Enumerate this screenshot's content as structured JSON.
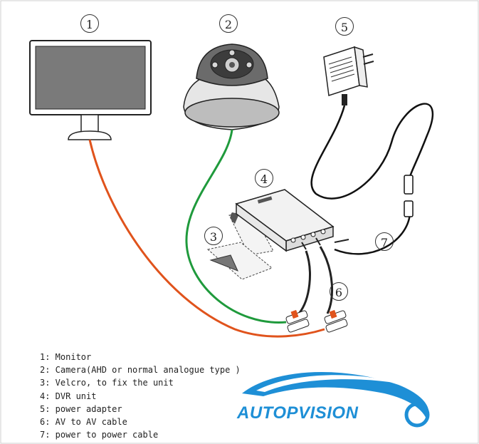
{
  "callouts": [
    "1",
    "2",
    "3",
    "4",
    "5",
    "6",
    "7"
  ],
  "legend": [
    "1: Monitor",
    "2: Camera(AHD or normal analogue type )",
    "3: Velcro, to fix the unit",
    "4: DVR unit",
    "5: power adapter",
    "6: AV to AV cable",
    "7: power to power cable"
  ],
  "brand": {
    "name": "AUTOPVISION",
    "color": "#1e8fd6"
  },
  "cable_colors": {
    "monitor": "#e0531c",
    "camera": "#1f9a3c",
    "power": "#111111"
  }
}
